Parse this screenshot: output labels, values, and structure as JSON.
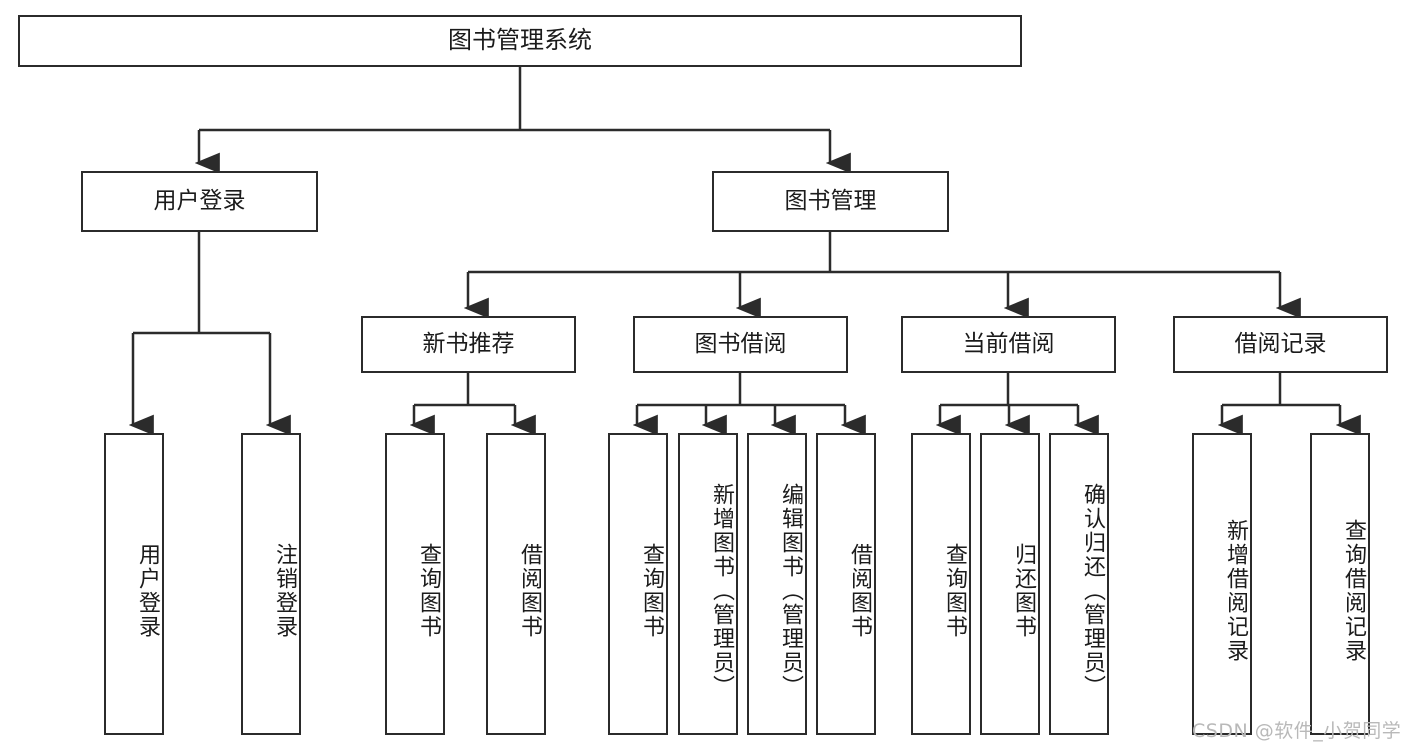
{
  "diagram": {
    "title": "图书管理系统",
    "type": "功能结构图",
    "watermark": "CSDN @软件_小贺同学",
    "line_color": "#2b2b2b",
    "box_fill": "#ffffff",
    "text_color": "#1b1b1b",
    "root": {
      "label": "图书管理系统"
    },
    "level2": [
      {
        "label": "用户登录"
      },
      {
        "label": "图书管理"
      }
    ],
    "level3": [
      {
        "label": "新书推荐"
      },
      {
        "label": "图书借阅"
      },
      {
        "label": "当前借阅"
      },
      {
        "label": "借阅记录"
      }
    ],
    "leaves": [
      {
        "label": "用户登录",
        "parent": "用户登录"
      },
      {
        "label": "注销登录",
        "parent": "用户登录"
      },
      {
        "label": "查询图书",
        "parent": "新书推荐"
      },
      {
        "label": "借阅图书",
        "parent": "新书推荐"
      },
      {
        "label": "查询图书",
        "parent": "图书借阅"
      },
      {
        "label": "新增图书（管理员）",
        "parent": "图书借阅"
      },
      {
        "label": "编辑图书（管理员）",
        "parent": "图书借阅"
      },
      {
        "label": "借阅图书",
        "parent": "图书借阅"
      },
      {
        "label": "查询图书",
        "parent": "当前借阅"
      },
      {
        "label": "归还图书",
        "parent": "当前借阅"
      },
      {
        "label": "确认归还（管理员）",
        "parent": "当前借阅"
      },
      {
        "label": "新增借阅记录",
        "parent": "借阅记录"
      },
      {
        "label": "查询借阅记录",
        "parent": "借阅记录"
      }
    ]
  }
}
